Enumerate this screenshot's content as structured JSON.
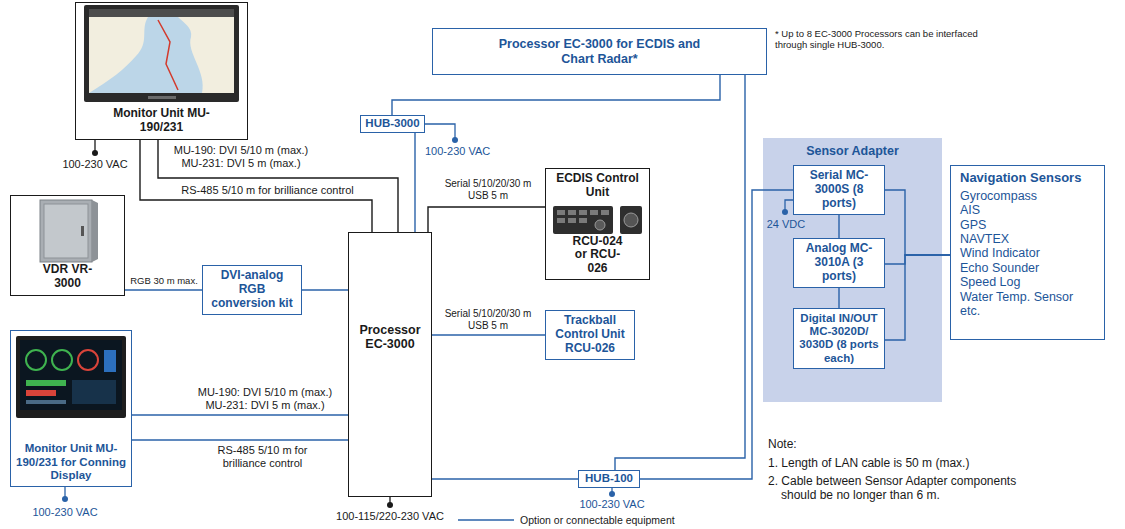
{
  "diagram": {
    "nodes": [
      {
        "text": [
          "Monitor Unit MU-190/231"
        ]
      },
      {
        "text": [
          "Processor EC-3000 for ECDIS and Chart Radar*"
        ]
      },
      {
        "text": [
          "HUB-3000"
        ]
      },
      {
        "text": [
          "VDR VR-3000"
        ]
      },
      {
        "text": [
          "DVI-analog RGB conversion kit"
        ]
      },
      {
        "text": [
          "Processor EC-3000"
        ]
      },
      {
        "text": [
          "ECDIS Control Unit",
          "RCU-024 or RCU-026"
        ]
      },
      {
        "text": [
          "Trackball Control Unit RCU-026"
        ]
      },
      {
        "text": [
          "Monitor Unit MU-190/231 for Conning Display"
        ]
      },
      {
        "text": [
          "HUB-100"
        ]
      },
      {
        "text": [
          "Sensor Adapter"
        ]
      },
      {
        "text": [
          "Serial MC-3000S (8 ports)"
        ],
        "in": 10
      },
      {
        "text": [
          "Analog MC-3010A (3 ports)"
        ],
        "in": 10
      },
      {
        "text": [
          "Digital IN/OUT MC-3020D/ 3030D (8 ports each)"
        ],
        "in": 10
      },
      {
        "text": [
          "Navigation Sensors",
          "Gyrocompass",
          "AIS",
          "GPS",
          "NAVTEX",
          "Wind Indicator",
          "Echo Sounder",
          "Speed Log",
          "Water Temp. Sensor",
          "etc."
        ]
      }
    ],
    "edges": [
      {
        "from": 0,
        "to": 5,
        "arrow": "none",
        "label": "MU-190: DVI 5/10 m (max.) MU-231: DVI 5 m (max.)"
      },
      {
        "from": 0,
        "to": 5,
        "arrow": "none",
        "label": "RS-485 5/10 m for brilliance control"
      },
      {
        "from": 1,
        "to": 2,
        "arrow": "none"
      },
      {
        "from": 2,
        "to": 5,
        "arrow": "none"
      },
      {
        "from": 1,
        "to": 9,
        "arrow": "none"
      },
      {
        "from": 3,
        "to": 4,
        "arrow": "none",
        "label": "RGB 30 m max."
      },
      {
        "from": 4,
        "to": 5,
        "arrow": "none"
      },
      {
        "from": 5,
        "to": 6,
        "arrow": "none",
        "label": "Serial 5/10/20/30 m USB 5 m"
      },
      {
        "from": 5,
        "to": 7,
        "arrow": "none",
        "label": "Serial 5/10/20/30 m USB 5 m"
      },
      {
        "from": 5,
        "to": 9,
        "arrow": "none"
      },
      {
        "from": 9,
        "to": 11,
        "arrow": "none"
      },
      {
        "from": 11,
        "to": 12,
        "arrow": "none"
      },
      {
        "from": 12,
        "to": 13,
        "arrow": "none"
      },
      {
        "from": 11,
        "to": 14,
        "arrow": "none"
      },
      {
        "from": 12,
        "to": 14,
        "arrow": "none"
      },
      {
        "from": 13,
        "to": 14,
        "arrow": "none"
      },
      {
        "from": 8,
        "to": 5,
        "arrow": "none",
        "label": "MU-190: DVI 5/10 m (max.) MU-231: DVI 5 m (max.)"
      },
      {
        "from": 8,
        "to": 5,
        "arrow": "none",
        "label": "RS-485 5/10 m for brilliance control"
      }
    ],
    "labels": [
      "* Up to 8 EC-3000 Processors can be interfaced through single HUB-3000.",
      "100-230 VAC",
      "100-230 VAC",
      "24 VDC",
      "100-230 VAC",
      "100-115/220-230 VAC",
      "100-230 VAC",
      "Note:",
      "1. Length of LAN cable is 50 m (max.)",
      "2. Cable between Sensor Adapter components should be no longer than 6 m."
    ],
    "legend": [
      {
        "text": "Option or connectable equipment"
      }
    ]
  }
}
